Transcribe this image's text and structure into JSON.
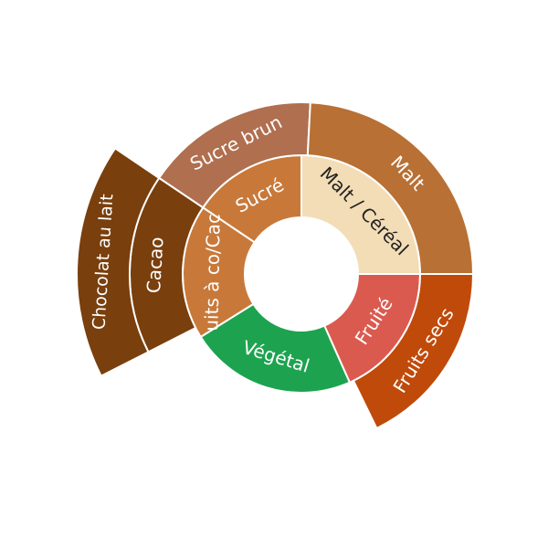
{
  "chart_data": {
    "type": "sunburst",
    "segments": [
      {
        "level": 1,
        "label": "Sucré",
        "value": 1.0,
        "start_deg": -56,
        "end_deg": 0,
        "color": "#C8793A"
      },
      {
        "level": 1,
        "label": "Malt / Céréal",
        "value": 1.3,
        "start_deg": 0,
        "end_deg": 90,
        "color": "#F3DDB6",
        "text_color": "#222222"
      },
      {
        "level": 1,
        "label": "Fruité",
        "value": 1.0,
        "start_deg": 90,
        "end_deg": 156,
        "color": "#DB5A4F"
      },
      {
        "level": 1,
        "label": "Végétal",
        "value": 1.0,
        "start_deg": 156,
        "end_deg": 238,
        "color": "#1DA34F"
      },
      {
        "level": 1,
        "label": "Fruits à coque/Cacao",
        "display_label": "uits à co/Cac",
        "value": 1.0,
        "start_deg": 238,
        "end_deg": 304,
        "color": "#C8793A"
      },
      {
        "level": 2,
        "label": "Sucre brun",
        "value": 1.0,
        "start_deg": -56,
        "end_deg": 3,
        "color": "#B06F4F"
      },
      {
        "level": 2,
        "label": "Malt",
        "value": 1.0,
        "start_deg": 3,
        "end_deg": 90,
        "color": "#B87034"
      },
      {
        "level": 2,
        "label": "Fruits secs",
        "value": 1.0,
        "start_deg": 90,
        "end_deg": 154,
        "color": "#C04A0A"
      },
      {
        "level": 2,
        "label": "Cacao",
        "value": 1.0,
        "start_deg": 243,
        "end_deg": 304,
        "color": "#793F0D"
      },
      {
        "level": 3,
        "label": "Chocolat au lait",
        "value": 1.0,
        "start_deg": 243,
        "end_deg": 304,
        "color": "#793F0D"
      }
    ]
  }
}
